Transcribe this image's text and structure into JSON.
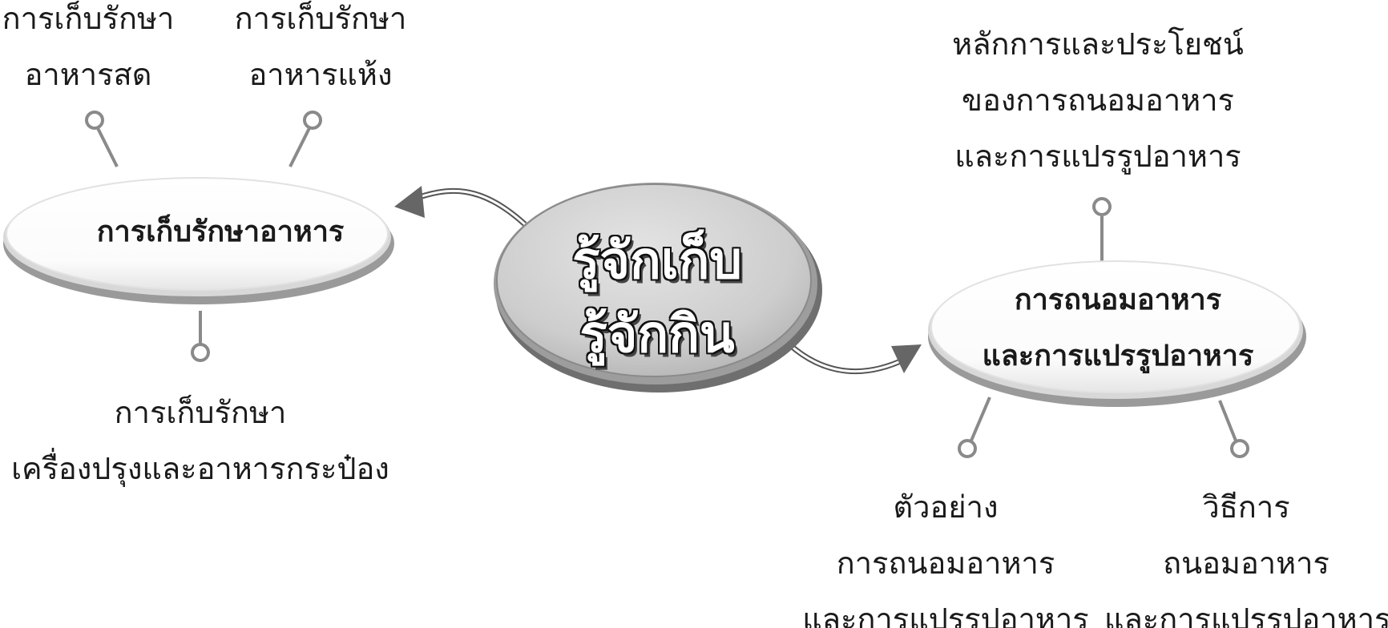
{
  "center": {
    "line1": "รู้จักเก็บ",
    "line2": "รู้จักกิน"
  },
  "left_topic": {
    "title": "การเก็บรักษาอาหาร",
    "leaves": [
      {
        "line1": "การเก็บรักษา",
        "line2": "อาหารสด"
      },
      {
        "line1": "การเก็บรักษา",
        "line2": "อาหารแห้ง"
      },
      {
        "line1": "การเก็บรักษา",
        "line2": "เครื่องปรุงและอาหารกระป๋อง"
      }
    ]
  },
  "right_topic": {
    "title_line1": "การถนอมอาหาร",
    "title_line2": "และการแปรรูปอาหาร",
    "leaves": [
      {
        "line1": "หลักการและประโยชน์",
        "line2": "ของการถนอมอาหาร",
        "line3": "และการแปรรูปอาหาร"
      },
      {
        "line1": "ตัวอย่าง",
        "line2": "การถนอมอาหาร",
        "line3": "และการแปรรูปอาหาร"
      },
      {
        "line1": "วิธีการ",
        "line2": "ถนอมอาหาร",
        "line3": "และการแปรรูปอาหาร"
      }
    ]
  }
}
